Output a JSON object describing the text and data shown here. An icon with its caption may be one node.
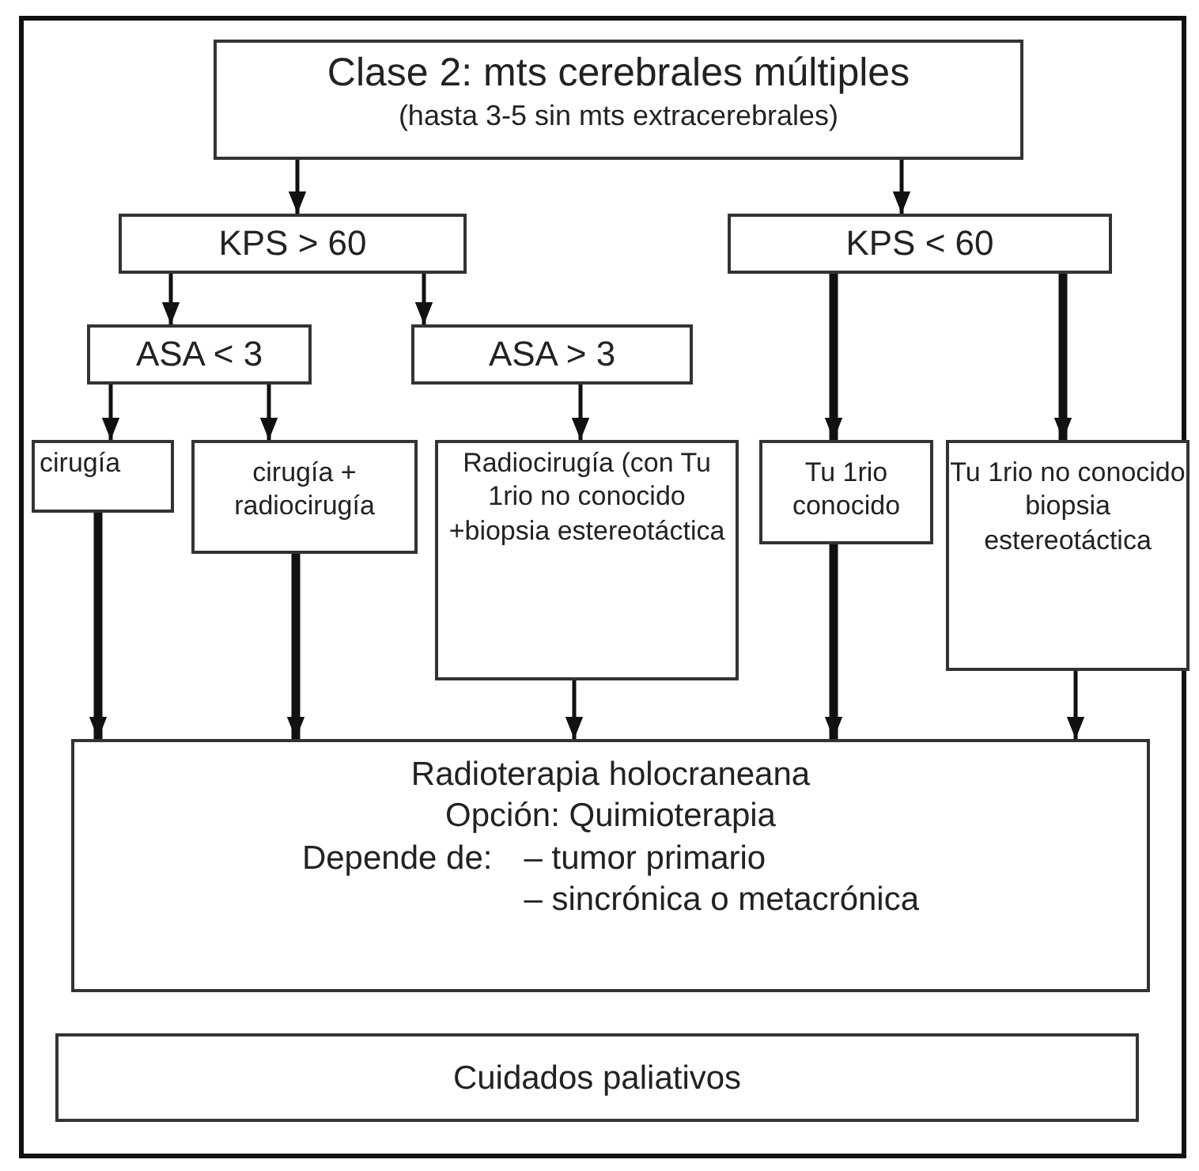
{
  "diagram": {
    "nodes": [
      {
        "text": [
          "Clase 2: mts cerebrales múltiples",
          "(hasta 3-5 sin mts extracerebrales)"
        ]
      },
      {
        "text": [
          "KPS > 60"
        ]
      },
      {
        "text": [
          "KPS < 60"
        ]
      },
      {
        "text": [
          "ASA < 3"
        ]
      },
      {
        "text": [
          "ASA > 3"
        ]
      },
      {
        "text": [
          "cirugía"
        ]
      },
      {
        "text": [
          "cirugía + radiocirugía"
        ]
      },
      {
        "text": [
          "Radiocirugía (con Tu 1rio no conocido +biopsia estereotáctica"
        ]
      },
      {
        "text": [
          "Tu 1rio conocido"
        ]
      },
      {
        "text": [
          "Tu 1rio no conocido biopsia estereotáctica"
        ]
      },
      {
        "text": [
          "Radioterapia holocraneana",
          "Opción: Quimioterapia",
          "Depende de:",
          "– tumor primario",
          "– sincrónica o metacrónica"
        ]
      },
      {
        "text": [
          "Cuidados paliativos"
        ]
      }
    ],
    "edges": [
      {
        "from": 0,
        "to": 1,
        "arrow": "to"
      },
      {
        "from": 0,
        "to": 2,
        "arrow": "to"
      },
      {
        "from": 1,
        "to": 3,
        "arrow": "to"
      },
      {
        "from": 1,
        "to": 4,
        "arrow": "to"
      },
      {
        "from": 3,
        "to": 5,
        "arrow": "to"
      },
      {
        "from": 3,
        "to": 6,
        "arrow": "to"
      },
      {
        "from": 4,
        "to": 7,
        "arrow": "to"
      },
      {
        "from": 2,
        "to": 8,
        "arrow": "to",
        "style": "thick"
      },
      {
        "from": 2,
        "to": 9,
        "arrow": "to",
        "style": "thick"
      },
      {
        "from": 5,
        "to": 10,
        "arrow": "to",
        "style": "thick"
      },
      {
        "from": 6,
        "to": 10,
        "arrow": "to",
        "style": "thick"
      },
      {
        "from": 7,
        "to": 10,
        "arrow": "to"
      },
      {
        "from": 8,
        "to": 10,
        "arrow": "to",
        "style": "thick"
      },
      {
        "from": 9,
        "to": 10,
        "arrow": "to"
      }
    ]
  }
}
